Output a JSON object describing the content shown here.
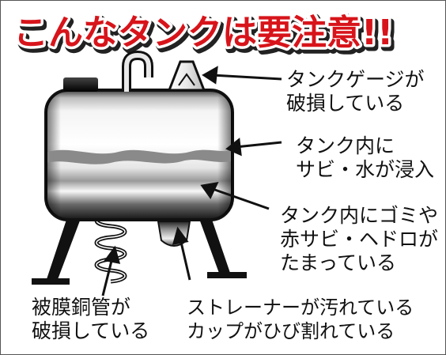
{
  "title": "こんなタンクは要注意!!",
  "labels": {
    "gauge": [
      "タンクゲージが",
      "破損している"
    ],
    "rust_water": [
      "タンク内に",
      "サビ・水が浸入"
    ],
    "debris": [
      "タンク内にゴミや",
      "赤サビ・ヘドロが",
      "たまっている"
    ],
    "pipe": [
      "被膜銅管が",
      "破損している"
    ],
    "strainer": [
      "ストレーナーが汚れている",
      "カップがひび割れている"
    ]
  },
  "colors": {
    "title_red": "#d7141a",
    "title_stroke": "#ffffff",
    "title_shadow": "#222222",
    "tank_dark": "#1a1a1a",
    "rust_band": "#8a8a8a"
  }
}
